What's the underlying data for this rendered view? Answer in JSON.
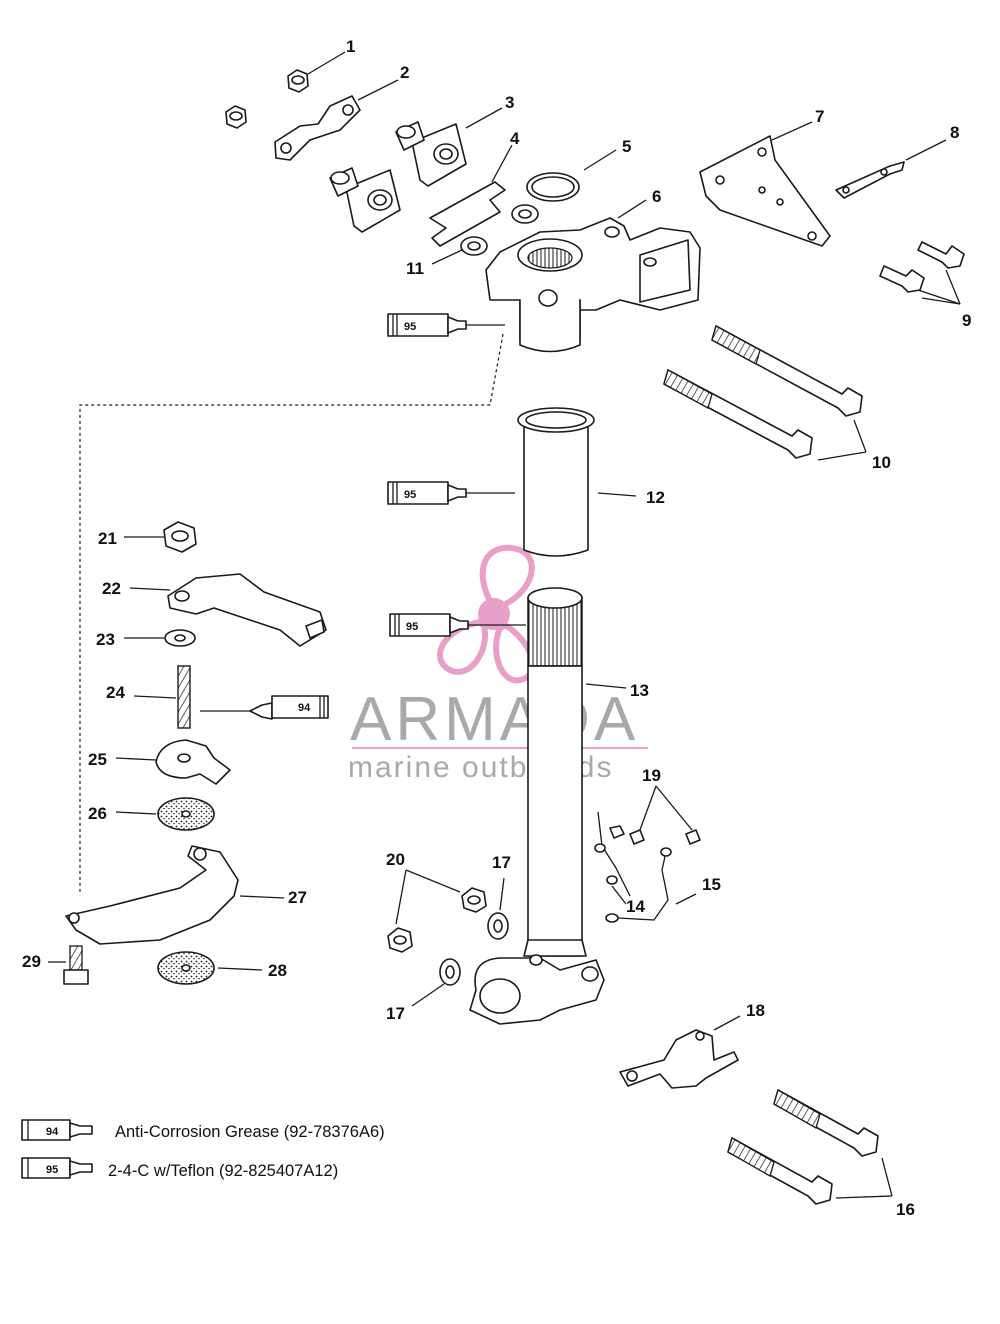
{
  "callouts": {
    "c1": "1",
    "c2": "2",
    "c3": "3",
    "c4": "4",
    "c5": "5",
    "c6": "6",
    "c7": "7",
    "c8": "8",
    "c9": "9",
    "c10": "10",
    "c11": "11",
    "c12": "12",
    "c13": "13",
    "c14": "14",
    "c15": "15",
    "c16": "16",
    "c17a": "17",
    "c17b": "17",
    "c18": "18",
    "c19": "19",
    "c20": "20",
    "c21": "21",
    "c22": "22",
    "c23": "23",
    "c24": "24",
    "c25": "25",
    "c26": "26",
    "c27": "27",
    "c28": "28",
    "c29": "29"
  },
  "tubes": {
    "t95_a": "95",
    "t95_b": "95",
    "t95_c": "95",
    "t94_a": "94"
  },
  "legend": [
    {
      "code": "94",
      "text": "Anti-Corrosion Grease (92-78376A6)"
    },
    {
      "code": "95",
      "text": "2-4-C w/Teflon (92-825407A12)"
    }
  ],
  "watermark": {
    "title": "ARMADA",
    "subtitle": "marine outboards",
    "accent_color": "#e8a0c8"
  },
  "colors": {
    "ink": "#1a1a1a",
    "background": "#ffffff"
  }
}
